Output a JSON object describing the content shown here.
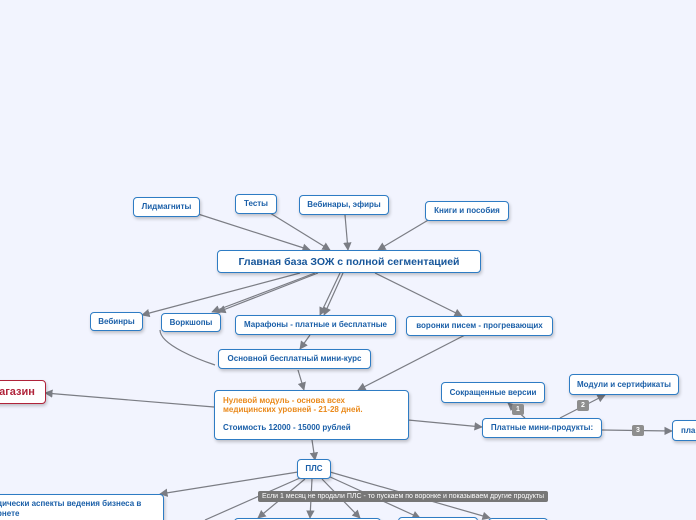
{
  "nodes": {
    "main": "Главная база ЗОЖ с полной сегментацией",
    "lidmagnets": "Лидмагниты",
    "tests": "Тесты",
    "webinars_ethers": "Вебинары, эфиры",
    "books": "Книги и пособия",
    "webinars": "Вебинры",
    "workshops": "Воркшопы",
    "marathons": "Марафоны - платные и бесплатные",
    "funnels": "воронки писем - прогревающих",
    "free_course": "Основной бесплатный мини-курс",
    "zero_module_line1": "Нулевой модуль - основа всех",
    "zero_module_line2": "медицинских уровней - 21-28 дней.",
    "zero_module_price": "Стоимость 12000 - 15000 рублей",
    "store": "агазин",
    "short_versions": "Сокращенные версии",
    "modules_certs": "Модули и сертификаты",
    "paid_mini": "Платные мини-продукты:",
    "pla": "пла",
    "pls": "ПЛС",
    "methodical": "дически аспекты ведения бизнеса в рнете"
  },
  "badges": [
    "1",
    "2",
    "3"
  ],
  "tooltip": "Если 1 месяц не продали ПЛС - то пускаем по воронке и показываем другие продукты"
}
